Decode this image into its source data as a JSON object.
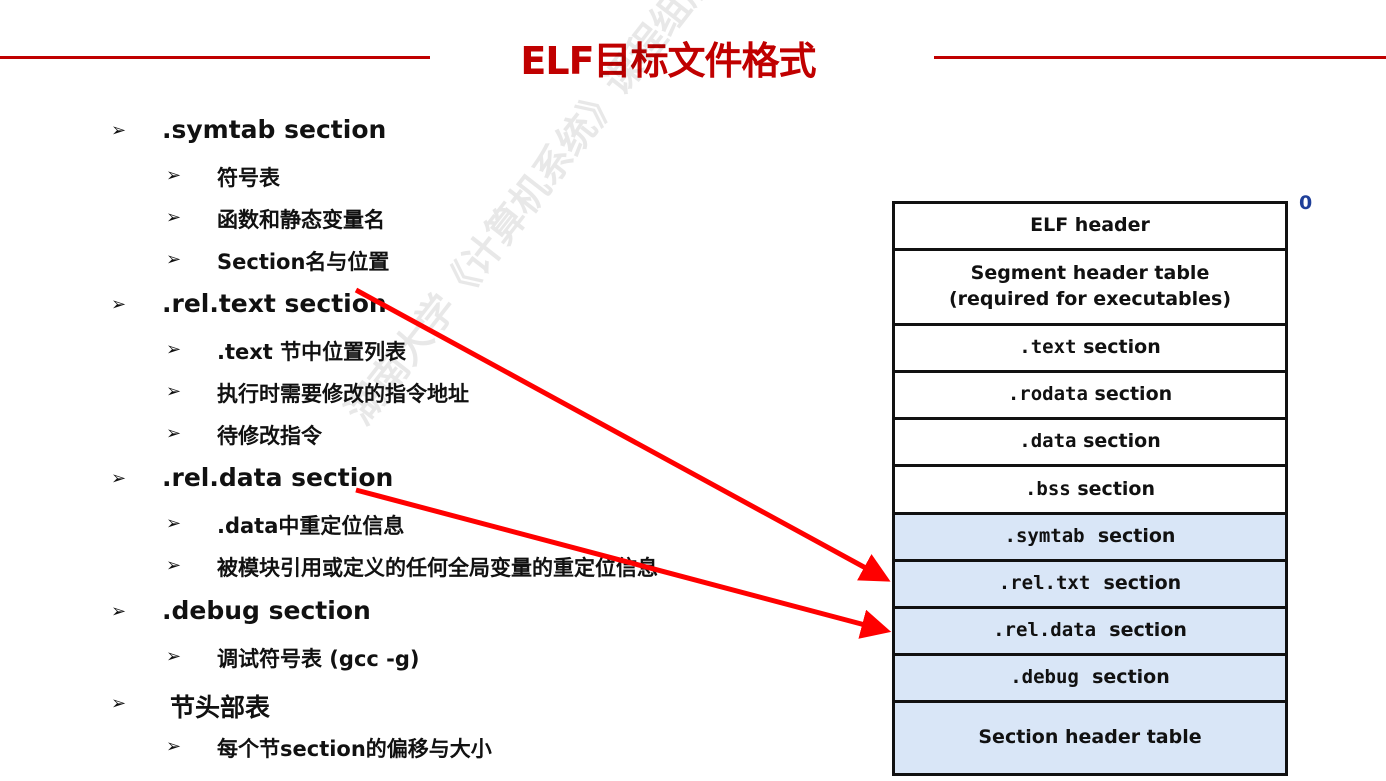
{
  "title": "ELF目标文件格式",
  "watermark": "湖南大学《计算机系统》课程组版权所有",
  "bullets": [
    {
      "label": ".symtab section",
      "children": [
        "符号表",
        "函数和静态变量名",
        "Section名与位置"
      ]
    },
    {
      "label": ".rel.text section",
      "children": [
        ".text 节中位置列表",
        "执行时需要修改的指令地址",
        "待修改指令"
      ]
    },
    {
      "label": ".rel.data section",
      "children": [
        ".data中重定位信息",
        "被模块引用或定义的任何全局变量的重定位信息"
      ]
    },
    {
      "label": ".debug section",
      "children": [
        "调试符号表 (gcc -g)"
      ]
    },
    {
      "label": "节头部表",
      "children": [
        "每个节section的偏移与大小"
      ]
    }
  ],
  "diagram": {
    "offset_label": "0",
    "rows": [
      {
        "name": "ELF header",
        "line2": "",
        "mono": "",
        "suffix": "",
        "highlight": false
      },
      {
        "name": "Segment header table",
        "line2": "(required for executables)",
        "mono": "",
        "suffix": "",
        "highlight": false
      },
      {
        "name": "",
        "line2": "",
        "mono": ".text",
        "suffix": " section",
        "highlight": false
      },
      {
        "name": "",
        "line2": "",
        "mono": ".rodata",
        "suffix": " section",
        "highlight": false
      },
      {
        "name": "",
        "line2": "",
        "mono": ".data",
        "suffix": " section",
        "highlight": false
      },
      {
        "name": "",
        "line2": "",
        "mono": ".bss",
        "suffix": " section",
        "highlight": false
      },
      {
        "name": "",
        "line2": "",
        "mono": ".symtab",
        "suffix": "  section",
        "highlight": true
      },
      {
        "name": "",
        "line2": "",
        "mono": ".rel.txt",
        "suffix": "  section",
        "highlight": true
      },
      {
        "name": "",
        "line2": "",
        "mono": ".rel.data",
        "suffix": "  section",
        "highlight": true
      },
      {
        "name": "",
        "line2": "",
        "mono": ".debug",
        "suffix": "  section",
        "highlight": true
      },
      {
        "name": "Section header table",
        "line2": "",
        "mono": "",
        "suffix": "",
        "highlight": true
      }
    ]
  },
  "colors": {
    "accent": "#c00000",
    "arrow": "#ff0000",
    "highlight_fill": "#d9e6f7"
  }
}
